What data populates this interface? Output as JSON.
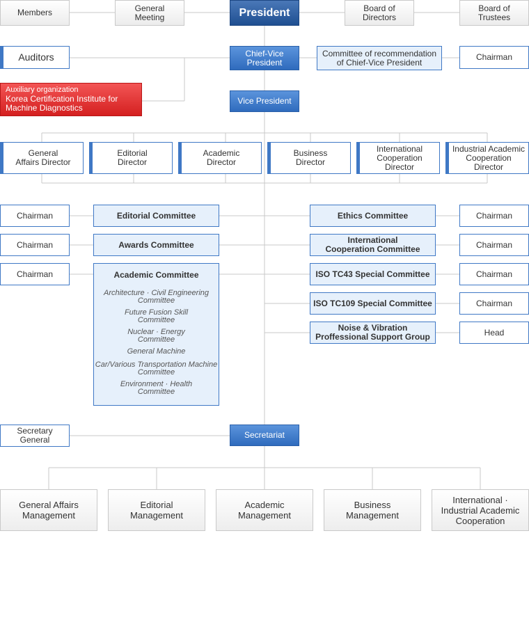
{
  "top": {
    "members": "Members",
    "general_meeting": "General\nMeeting",
    "president": "President",
    "board_directors": "Board of\nDirectors",
    "board_trustees": "Board of\nTrustees"
  },
  "row2": {
    "auditors": "Auditors",
    "chief_vice": "Chief-Vice\nPresident",
    "committee_recommendation": "Committee of recommendation\nof Chief-Vice President",
    "chairman": "Chairman"
  },
  "auxiliary": {
    "label": "Auxiliary organization",
    "name": "Korea Certification Institute for\nMachine Diagnostics"
  },
  "vice_president": "Vice President",
  "directors": [
    "General\nAffairs Director",
    "Editorial\nDirector",
    "Academic\nDirector",
    "Business\nDirector",
    "International\nCooperation\nDirector",
    "Industrial Academic\nCooperation\nDirector"
  ],
  "left_committees": {
    "editorial": {
      "chair": "Chairman",
      "name": "Editorial Committee"
    },
    "awards": {
      "chair": "Chairman",
      "name": "Awards Committee"
    },
    "academic": {
      "chair": "Chairman",
      "name": "Academic Committee",
      "subs": [
        "Architecture · Civil Engineering\nCommittee",
        "Future Fusion Skill\nCommittee",
        "Nuclear · Energy\nCommittee",
        "General Machine",
        "Car/Various Transportation Machine\nCommittee",
        "Environment · Health\nCommittee"
      ]
    }
  },
  "right_committees": [
    {
      "name": "Ethics Committee",
      "chair": "Chairman"
    },
    {
      "name": "International\nCooperation  Committee",
      "chair": "Chairman"
    },
    {
      "name": "ISO TC43 Special Committee",
      "chair": "Chairman"
    },
    {
      "name": "ISO TC109 Special Committee",
      "chair": "Chairman"
    },
    {
      "name": "Noise & Vibration\nProffessional Support Group",
      "chair": "Head"
    }
  ],
  "secretariat": {
    "secretary_general": "Secretary\nGeneral",
    "name": "Secretariat"
  },
  "management": [
    "General Affairs\nManagement",
    "Editorial\nManagement",
    "Academic\nManagement",
    "Business\nManagement",
    "International ·\nIndustrial Academic\nCooperation"
  ],
  "colors": {
    "accent_blue": "#3f78c5",
    "light_blue": "#e6f0fb",
    "auxiliary_red": "#e03030",
    "connector": "#c8c8c8"
  }
}
